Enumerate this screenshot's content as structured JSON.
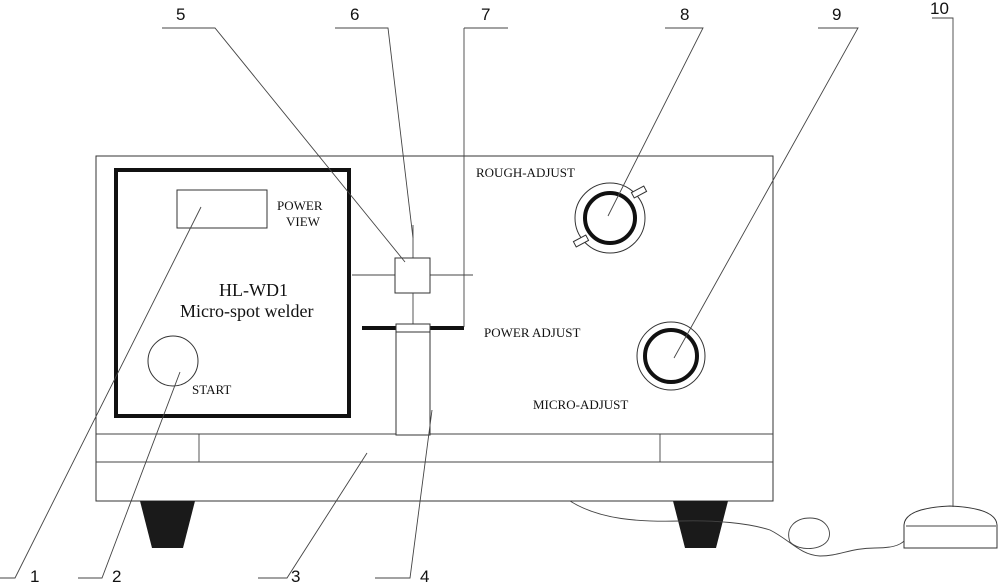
{
  "panel": {
    "model": "HL-WD1",
    "product": "Micro-spot welder",
    "power_view": [
      "POWER",
      "VIEW"
    ],
    "start": "START",
    "rough_adjust": "ROUGH-ADJUST",
    "power_adjust": "POWER ADJUST",
    "micro_adjust": "MICRO-ADJUST"
  },
  "callouts": {
    "top": [
      "5",
      "6",
      "7",
      "8",
      "9",
      "10"
    ],
    "bottom": [
      "1",
      "2",
      "3",
      "4"
    ]
  }
}
